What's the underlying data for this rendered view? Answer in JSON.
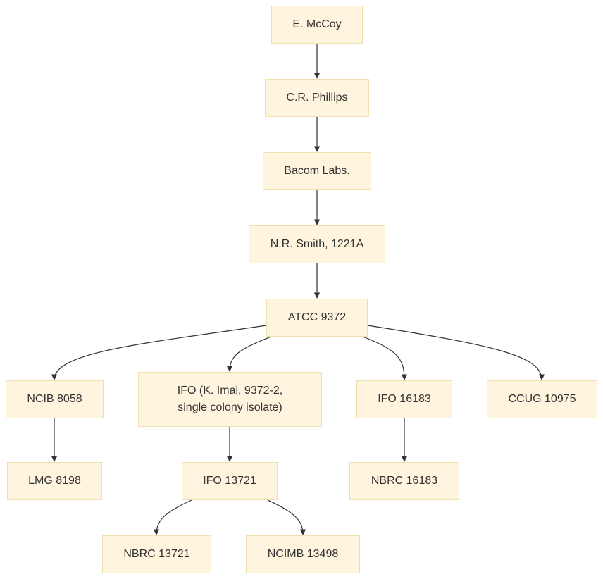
{
  "diagram": {
    "type": "flowchart",
    "direction": "top-down",
    "colors": {
      "node_fill": "#fff4dd",
      "node_border": "#f0dfb0",
      "text": "#333333",
      "edge": "#333333"
    },
    "nodes": {
      "mccoy": "E. McCoy",
      "phillips": "C.R. Phillips",
      "bacom": "Bacom Labs.",
      "smith": "N.R. Smith, 1221A",
      "atcc": "ATCC 9372",
      "ncib": "NCIB 8058",
      "ifo_imai_line1": "IFO (K. Imai, 9372-2,",
      "ifo_imai_line2": "single colony isolate)",
      "ifo16183": "IFO 16183",
      "ccug": "CCUG 10975",
      "lmg": "LMG 8198",
      "ifo13721": "IFO 13721",
      "nbrc16183": "NBRC 16183",
      "nbrc13721": "NBRC 13721",
      "ncimb": "NCIMB 13498"
    },
    "edges": [
      [
        "mccoy",
        "phillips"
      ],
      [
        "phillips",
        "bacom"
      ],
      [
        "bacom",
        "smith"
      ],
      [
        "smith",
        "atcc"
      ],
      [
        "atcc",
        "ncib"
      ],
      [
        "atcc",
        "ifo_imai"
      ],
      [
        "atcc",
        "ifo16183"
      ],
      [
        "atcc",
        "ccug"
      ],
      [
        "ncib",
        "lmg"
      ],
      [
        "ifo_imai",
        "ifo13721"
      ],
      [
        "ifo16183",
        "nbrc16183"
      ],
      [
        "ifo13721",
        "nbrc13721"
      ],
      [
        "ifo13721",
        "ncimb"
      ]
    ]
  }
}
